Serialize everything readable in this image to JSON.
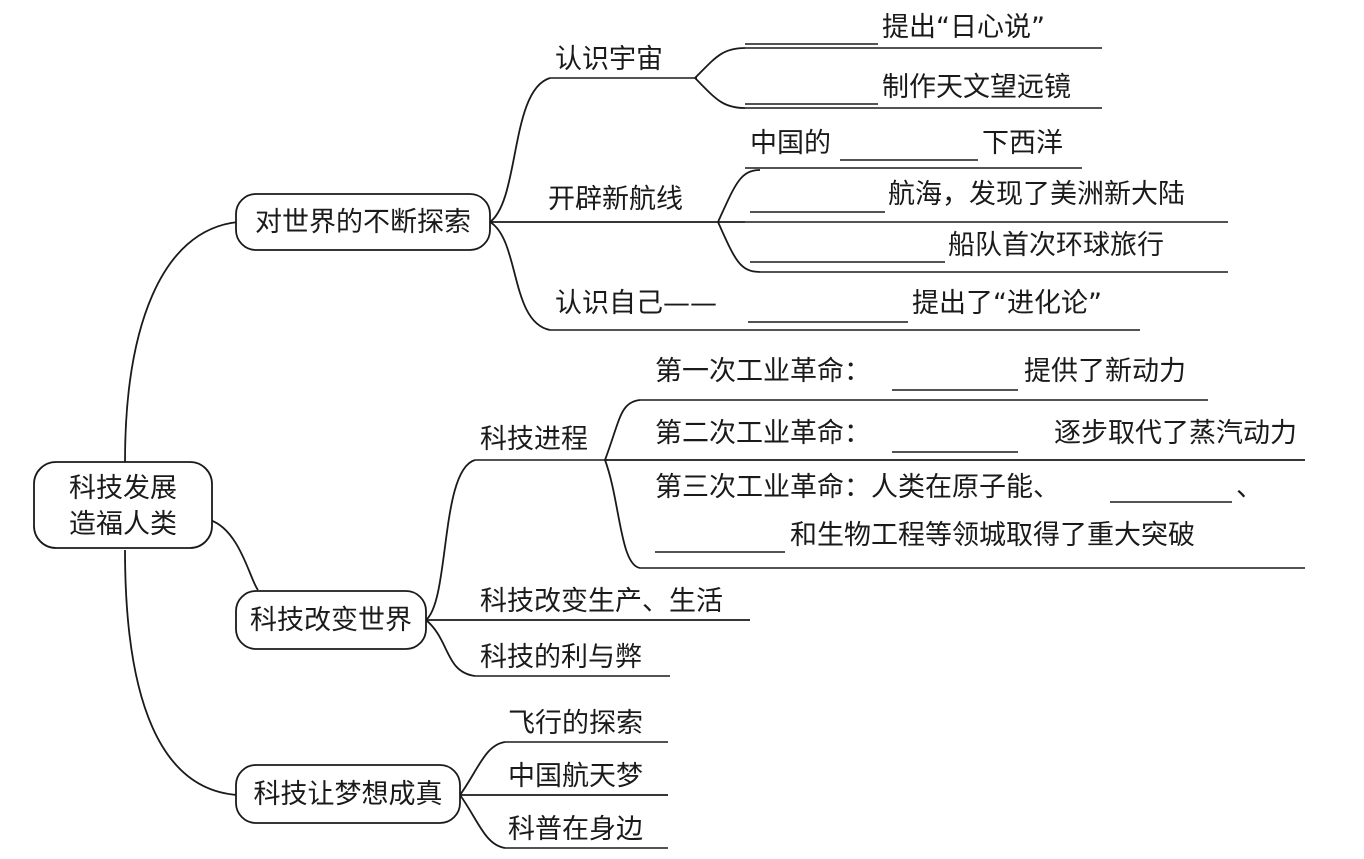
{
  "root": {
    "line1": "科技发展",
    "line2": "造福人类"
  },
  "branch1": {
    "label": "对世界的不断探索",
    "know_universe": {
      "label": "认识宇宙",
      "item1_suffix": "提出“日心说”",
      "item2_suffix": "制作天文望远镜"
    },
    "new_routes": {
      "label": "开辟新航线",
      "item1_prefix": "中国的",
      "item1_suffix": "下西洋",
      "item2_suffix": "航海，发现了美洲新大陆",
      "item3_suffix": "船队首次环球旅行"
    },
    "know_self": {
      "label": "认识自己——",
      "suffix": "提出了“进化论”"
    }
  },
  "branch2": {
    "label": "科技改变世界",
    "progress": {
      "label": "科技进程",
      "rev1_prefix": "第一次工业革命：",
      "rev1_suffix": "提供了新动力",
      "rev2_prefix": "第二次工业革命：",
      "rev2_suffix": "逐步取代了蒸汽动力",
      "rev3_prefix": "第三次工业革命：人类在原子能、",
      "rev3_mid": "、",
      "rev3_line2": "和生物工程等领城取得了重大突破"
    },
    "change_life": "科技改变生产、生活",
    "pros_cons": "科技的利与弊"
  },
  "branch3": {
    "label": "科技让梦想成真",
    "items": [
      "飞行的探索",
      "中国航天梦",
      "科普在身边"
    ]
  }
}
